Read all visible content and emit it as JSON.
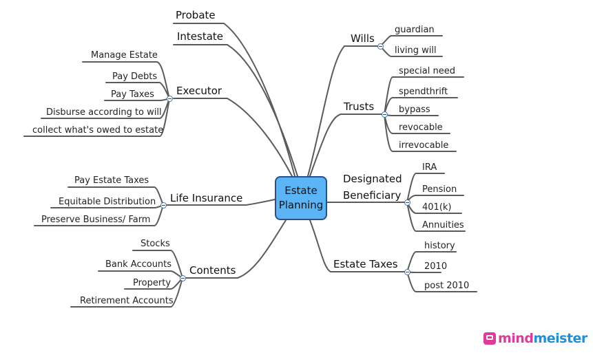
{
  "center": {
    "line1": "Estate",
    "line2": "Planning"
  },
  "left": {
    "probate": "Probate",
    "intestate": "Intestate",
    "executor": {
      "label": "Executor",
      "children": [
        "Manage Estate",
        "Pay Debts",
        "Pay Taxes",
        "Disburse according to will",
        "collect what's owed to estate"
      ]
    },
    "life_insurance": {
      "label": "Life Insurance",
      "children": [
        "Pay Estate Taxes",
        "Equitable Distribution",
        "Preserve Business/ Farm"
      ]
    },
    "contents": {
      "label": "Contents",
      "children": [
        "Stocks",
        "Bank Accounts",
        "Property",
        "Retirement Accounts"
      ]
    }
  },
  "right": {
    "wills": {
      "label": "Wills",
      "children": [
        "guardian",
        "living will"
      ]
    },
    "trusts": {
      "label": "Trusts",
      "children": [
        "special need",
        "spendthrift",
        "bypass",
        "revocable",
        "irrevocable"
      ]
    },
    "designated": {
      "line1": "Designated",
      "line2": "Beneficiary",
      "children": [
        "IRA",
        "Pension",
        "401(k)",
        "Annuities"
      ]
    },
    "estate_taxes": {
      "label": "Estate Taxes",
      "children": [
        "history",
        "2010",
        "post 2010"
      ]
    }
  },
  "logo": {
    "mind": "mind",
    "meister": "meister"
  },
  "colors": {
    "center_fill": "#5ab4f5",
    "center_border": "#2a4f86",
    "line": "#5a5a5a",
    "logo_pink": "#e0399c",
    "logo_blue": "#1e8fd8"
  }
}
